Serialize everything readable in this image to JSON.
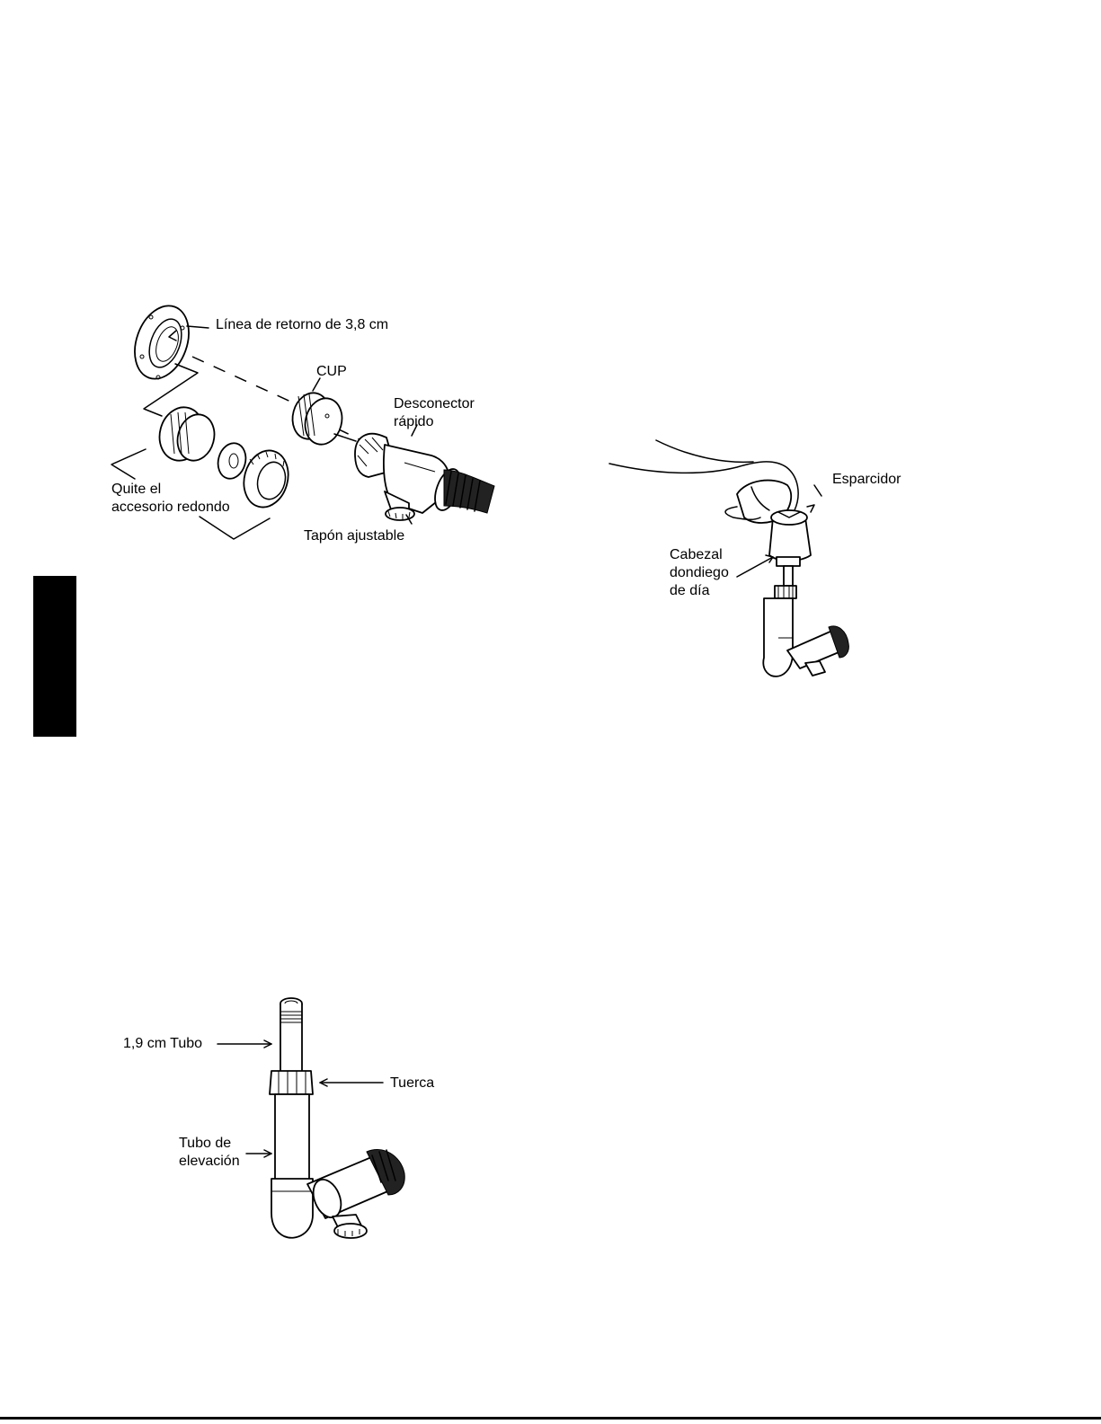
{
  "figure1": {
    "labels": {
      "return_line": "Línea de retorno de 3,8 cm",
      "cup": "CUP",
      "quick_disconnect": "Desconector\nrápido",
      "remove_fitting": "Quite el\naccesorio redondo",
      "adjustable_plug": "Tapón ajustable"
    }
  },
  "figure2": {
    "labels": {
      "spreader": "Esparcidor",
      "head": "Cabezal\ndondiego\nde día"
    }
  },
  "figure3": {
    "labels": {
      "pipe": "1,9 cm Tubo",
      "nut": "Tuerca",
      "riser": "Tubo de\nelevación"
    }
  }
}
